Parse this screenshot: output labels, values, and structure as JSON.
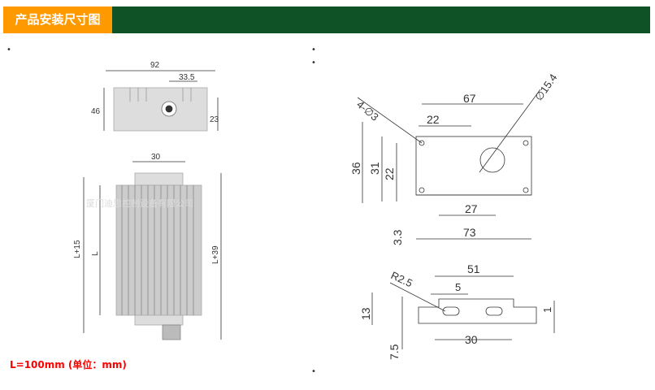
{
  "header": {
    "title": "产品安装尺寸图",
    "title_bg": "#ff9900",
    "bar_bg": "#0f5226"
  },
  "bullet": "•",
  "left_drawing": {
    "top_view": {
      "width": "92",
      "offset": "33.5",
      "height": "46",
      "hole": "23"
    },
    "front_view": {
      "mount": "30",
      "l15": "L+15",
      "l": "L",
      "l39": "L+39"
    },
    "watermark": "厦门迪思控制设备有限公司"
  },
  "right_drawing": {
    "bracket_top": {
      "holes": "4-∅3",
      "d67": "67",
      "dia": "∅15.4",
      "d22a": "22",
      "d36": "36",
      "d31": "31",
      "d22b": "22",
      "d27": "27",
      "d73": "73",
      "d33": "3.3"
    },
    "bracket_side": {
      "r": "R2.5",
      "d51": "51",
      "d5": "5",
      "d13": "13",
      "d1": "1",
      "d75": "7.5",
      "d30": "30"
    }
  },
  "note": "L=100mm (单位：mm)"
}
